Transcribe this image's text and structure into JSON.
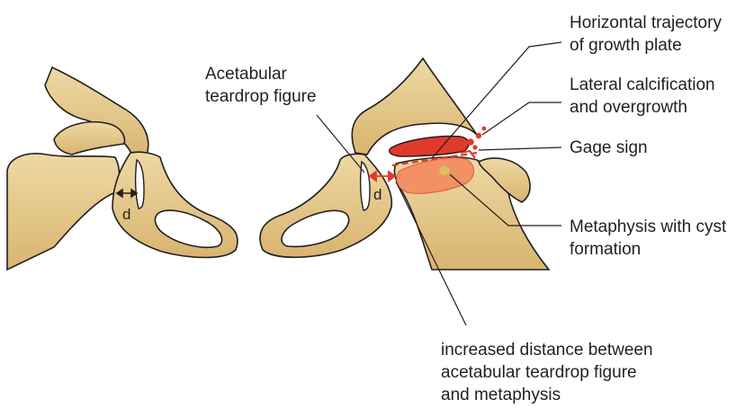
{
  "labels": {
    "acetabular_teardrop": "Acetabular\nteardrop figure",
    "horizontal_trajectory": "Horizontal trajectory\nof growth plate",
    "lateral_calcification": "Lateral calcification\nand overgrowth",
    "gage_sign": "Gage sign",
    "metaphysis_cyst": "Metaphysis with cyst\nformation",
    "increased_distance": "increased distance between\nacetabular teardrop figure\nand metaphysis",
    "d_left": "d",
    "d_right": "d"
  },
  "colors": {
    "bone_fill": "#e6cc8f",
    "bone_shadow": "#c9a65e",
    "bone_outline": "#231f20",
    "growth_plate_red": "#e03a2c",
    "metaphysis_orange": "#f29163",
    "cyst_yellow": "#d9c060",
    "annotation_line": "#231f20"
  }
}
